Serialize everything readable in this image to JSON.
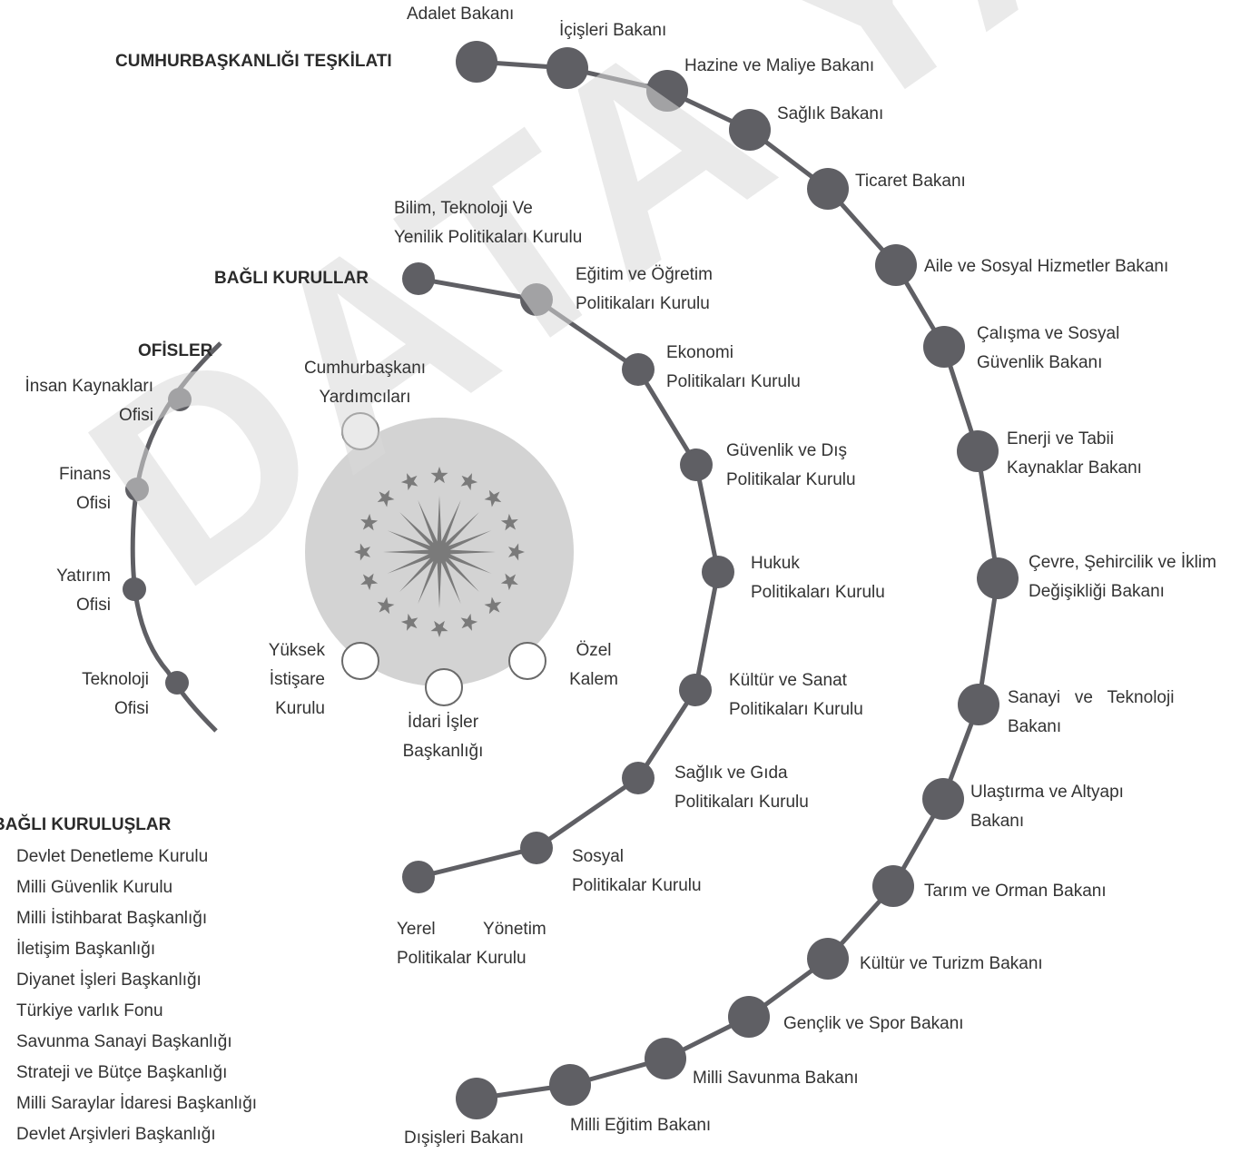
{
  "watermark": "DATA YAYINLARI",
  "headers": {
    "cumhurbaskanligi": "CUMHURBAŞKANLIĞI TEŞKİLATI",
    "bagli_kurullar": "BAĞLI KURULLAR",
    "ofisler": "OFİSLER",
    "bagli_kuruluslar": "BAĞLI KURULUŞLAR"
  },
  "bakanlar": [
    "Adalet Bakanı",
    "İçişleri Bakanı",
    "Hazine ve Maliye Bakanı",
    "Sağlık Bakanı",
    "Ticaret Bakanı",
    "Aile ve Sosyal Hizmetler Bakanı",
    "Çalışma ve Sosyal\nGüvenlik Bakanı",
    "Enerji ve Tabii\nKaynaklar Bakanı",
    "Çevre, Şehircilik ve İklim\nDeğişikliği Bakanı",
    "Sanayi   ve   Teknoloji\nBakanı",
    "Ulaştırma ve Altyapı\nBakanı",
    "Tarım ve Orman Bakanı",
    "Kültür ve Turizm Bakanı",
    "Gençlik ve Spor Bakanı",
    "Milli Savunma Bakanı",
    "Milli Eğitim Bakanı",
    "Dışişleri Bakanı"
  ],
  "kurullar": [
    "Bilim, Teknoloji Ve\nYenilik Politikaları Kurulu",
    "Eğitim ve Öğretim\nPolitikaları Kurulu",
    "Ekonomi\nPolitikaları Kurulu",
    "Güvenlik ve Dış\nPolitikalar Kurulu",
    "Hukuk\nPolitikaları Kurulu",
    "Kültür ve Sanat\nPolitikaları Kurulu",
    "Sağlık ve Gıda\nPolitikaları Kurulu",
    "Sosyal\nPolitikalar Kurulu",
    "Yerel          Yönetim\nPolitikalar Kurulu"
  ],
  "ofisler": [
    "İnsan Kaynakları\nOfisi",
    "Finans\nOfisi",
    "Yatırım\nOfisi",
    "Teknoloji\nOfisi"
  ],
  "center": [
    "Cumhurbaşkanı\nYardımcıları",
    "Yüksek\nİstişare\nKurulu",
    "İdari İşler\nBaşkanlığı",
    "Özel\nKalem"
  ],
  "kuruluslar": [
    "Devlet Denetleme Kurulu",
    "Milli Güvenlik Kurulu",
    "Milli İstihbarat Başkanlığı",
    "İletişim Başkanlığı",
    "Diyanet İşleri Başkanlığı",
    "Türkiye varlık Fonu",
    "Savunma Sanayi Başkanlığı",
    "Strateji ve Bütçe Başkanlığı",
    "Milli Saraylar İdaresi Başkanlığı",
    "Devlet Arşivleri Başkanlığı"
  ],
  "colors": {
    "node": "#5f5f64",
    "line": "#5f5f64",
    "emblem": "#d3d3d3",
    "star": "#7a7a7a",
    "watermark": "#d9d9d9"
  }
}
